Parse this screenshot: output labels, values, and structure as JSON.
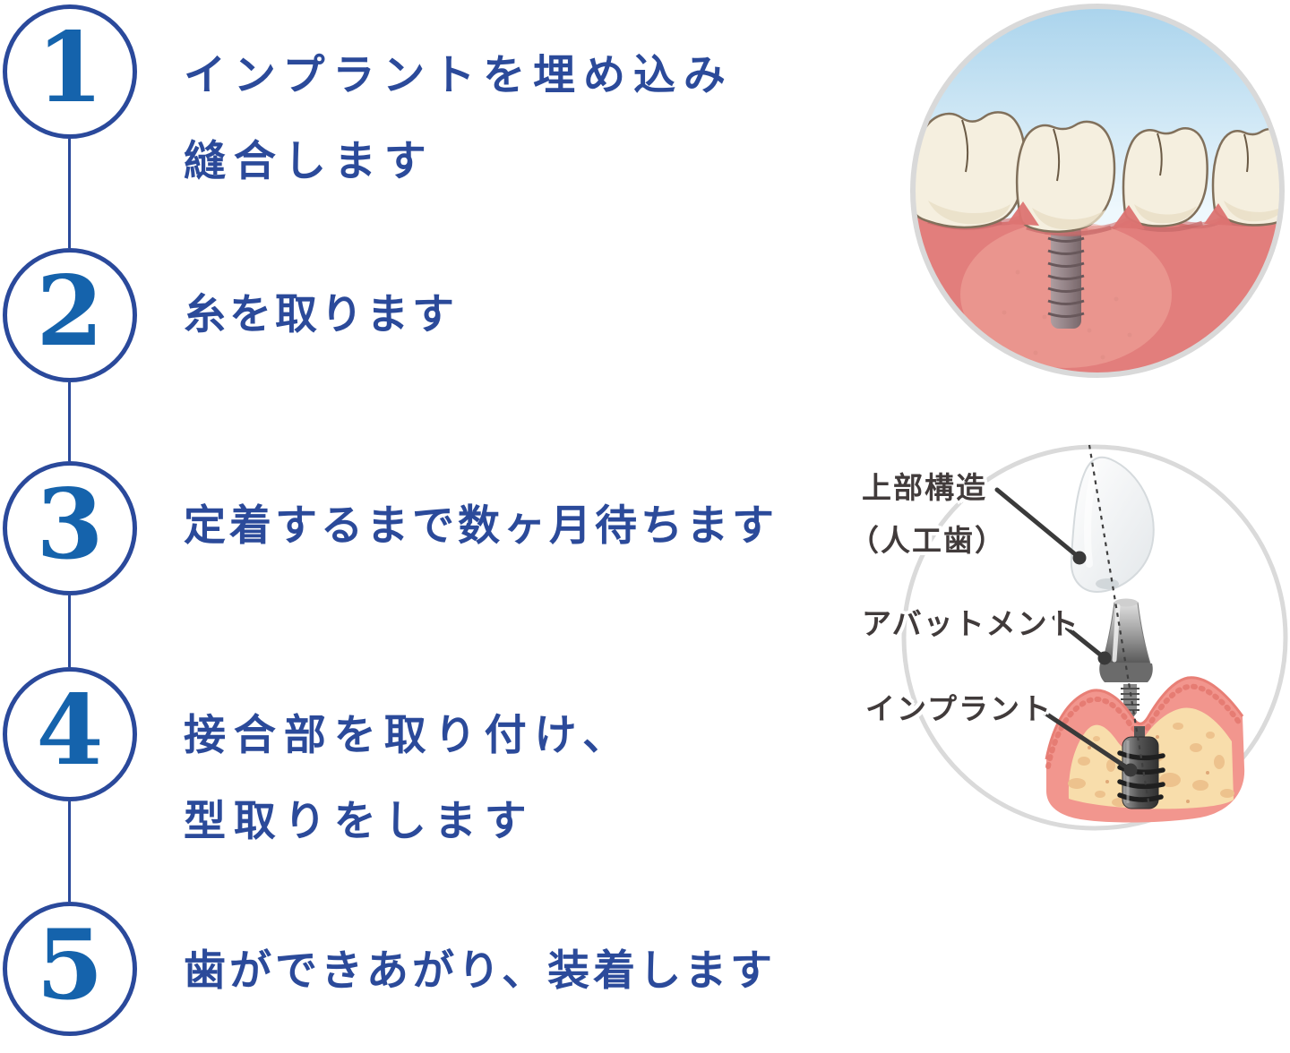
{
  "colors": {
    "circle_navy": "#2a499b",
    "number_blue": "#1563ac",
    "step_text_blue": "#2b4a9a",
    "label_dark": "#413b3b",
    "ring_gray": "#d9d9d9",
    "gum_pink": "#e27e7c",
    "gum_cross_pink": "#f2968e",
    "bone_tan": "#f8ddab",
    "sky_blue": "#a9d3ec"
  },
  "steps": [
    {
      "number": "1",
      "lines": [
        "インプラントを埋め込み",
        "縫合します"
      ]
    },
    {
      "number": "2",
      "lines": [
        "糸を取ります"
      ]
    },
    {
      "number": "3",
      "lines": [
        "定着するまで数ヶ月待ちます"
      ]
    },
    {
      "number": "4",
      "lines": [
        "接合部を取り付け、",
        "型取りをします"
      ]
    },
    {
      "number": "5",
      "lines": [
        "歯ができあがり、装着します"
      ]
    }
  ],
  "diagram": {
    "labels": [
      {
        "line1": "上部構造",
        "line2": "（人工歯）"
      },
      {
        "line1": "アバットメント"
      },
      {
        "line1": "インプラント"
      }
    ]
  },
  "illustrations": {
    "top": "implant-healed-in-gum-illustration",
    "bottom": "implant-structure-exploded-diagram"
  }
}
